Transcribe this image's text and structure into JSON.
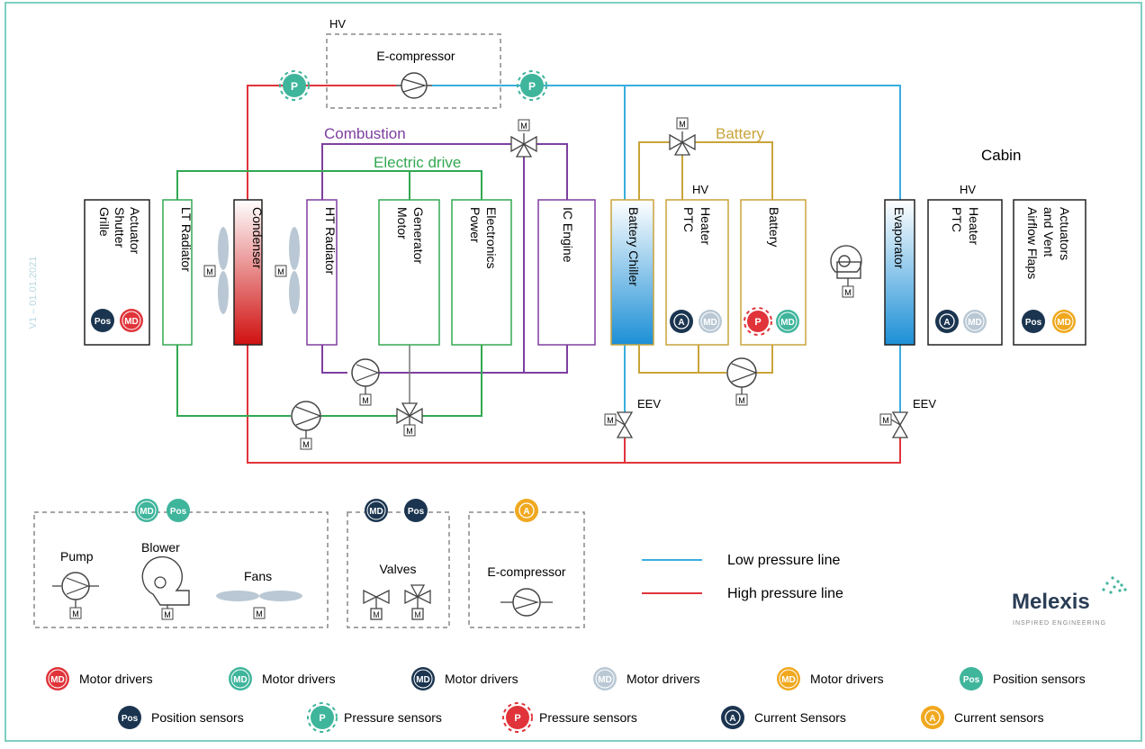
{
  "colors": {
    "frame": "#7fcfbf",
    "red": "#e0343a",
    "blue": "#3aaee0",
    "purple": "#7e3fa0",
    "green": "#32a852",
    "gold": "#c9a43a",
    "dark": "#1b3550",
    "teal": "#3fb59c",
    "grey": "#b9c8d4",
    "orange": "#f0a81e",
    "gray_line": "#777777"
  },
  "watermark": "V1 – 01.01.2021",
  "labels": {
    "hv_top": "HV",
    "ecompressor": "E-compressor",
    "combustion": "Combustion",
    "electric_drive": "Electric drive",
    "battery_loop": "Battery",
    "cabin": "Cabin",
    "hv_ptc1": "HV",
    "hv_ptc2": "HV",
    "eev1": "EEV",
    "eev2": "EEV",
    "motor": "M"
  },
  "components": {
    "grille1": "Grille",
    "grille2": "Shutter",
    "grille3": "Actuator",
    "lt_radiator": "LT Radiator",
    "condenser": "Condenser",
    "ht_radiator": "HT Radiator",
    "motor_gen1": "Motor",
    "motor_gen2": "Generator",
    "power_el1": "Power",
    "power_el2": "Electronics",
    "ic_engine": "IC Engine",
    "battery_chiller": "Battery Chiller",
    "ptc1_a": "PTC",
    "ptc1_b": "Heater",
    "battery": "Battery",
    "evaporator": "Evaporator",
    "ptc2_a": "PTC",
    "ptc2_b": "Heater",
    "airflow1": "Airflow Flaps",
    "airflow2": "and Vent",
    "airflow3": "Actuators"
  },
  "badges": {
    "pos": "Pos",
    "md": "MD",
    "p": "P",
    "a": "A"
  },
  "key": {
    "pump": "Pump",
    "blower": "Blower",
    "fans": "Fans",
    "valves": "Valves",
    "ecompressor": "E-compressor",
    "low_pressure": "Low pressure line",
    "high_pressure": "High pressure line"
  },
  "logo": {
    "name": "Melexis",
    "tagline": "INSPIRED ENGINEERING"
  },
  "legend": {
    "row1": [
      {
        "badge": "MD",
        "color": "red",
        "label": "Motor drivers"
      },
      {
        "badge": "MD",
        "color": "teal",
        "label": "Motor drivers"
      },
      {
        "badge": "MD",
        "color": "dark",
        "label": "Motor drivers"
      },
      {
        "badge": "MD",
        "color": "grey",
        "label": "Motor drivers"
      },
      {
        "badge": "MD",
        "color": "orange",
        "label": "Motor drivers"
      },
      {
        "badge": "Pos",
        "color": "teal",
        "label": "Position sensors"
      }
    ],
    "row2": [
      {
        "badge": "Pos",
        "color": "dark",
        "label": "Position sensors"
      },
      {
        "badge": "P",
        "color": "teal",
        "label": "Pressure sensors"
      },
      {
        "badge": "P",
        "color": "red",
        "label": "Pressure sensors"
      },
      {
        "badge": "A",
        "color": "dark",
        "label": "Current Sensors"
      },
      {
        "badge": "A",
        "color": "orange",
        "label": "Current sensors"
      }
    ]
  }
}
